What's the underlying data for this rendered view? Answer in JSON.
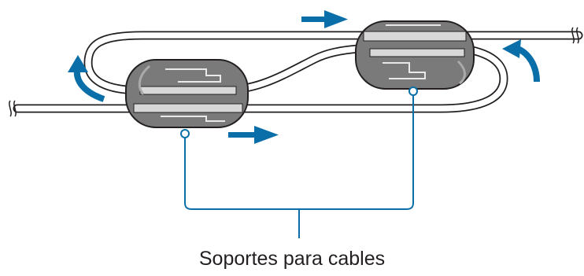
{
  "diagram": {
    "caption": "Soportes para cables",
    "colors": {
      "arrow": "#0a6fa8",
      "leader_line": "#0a6fa8",
      "holder_dark": "#7a7a7a",
      "holder_light": "#c4c4c4",
      "cable_outline": "#231f20",
      "background": "#ffffff"
    },
    "parts": [
      "cable",
      "cable-holder-left",
      "cable-holder-right",
      "direction-arrows",
      "leader-lines"
    ]
  }
}
